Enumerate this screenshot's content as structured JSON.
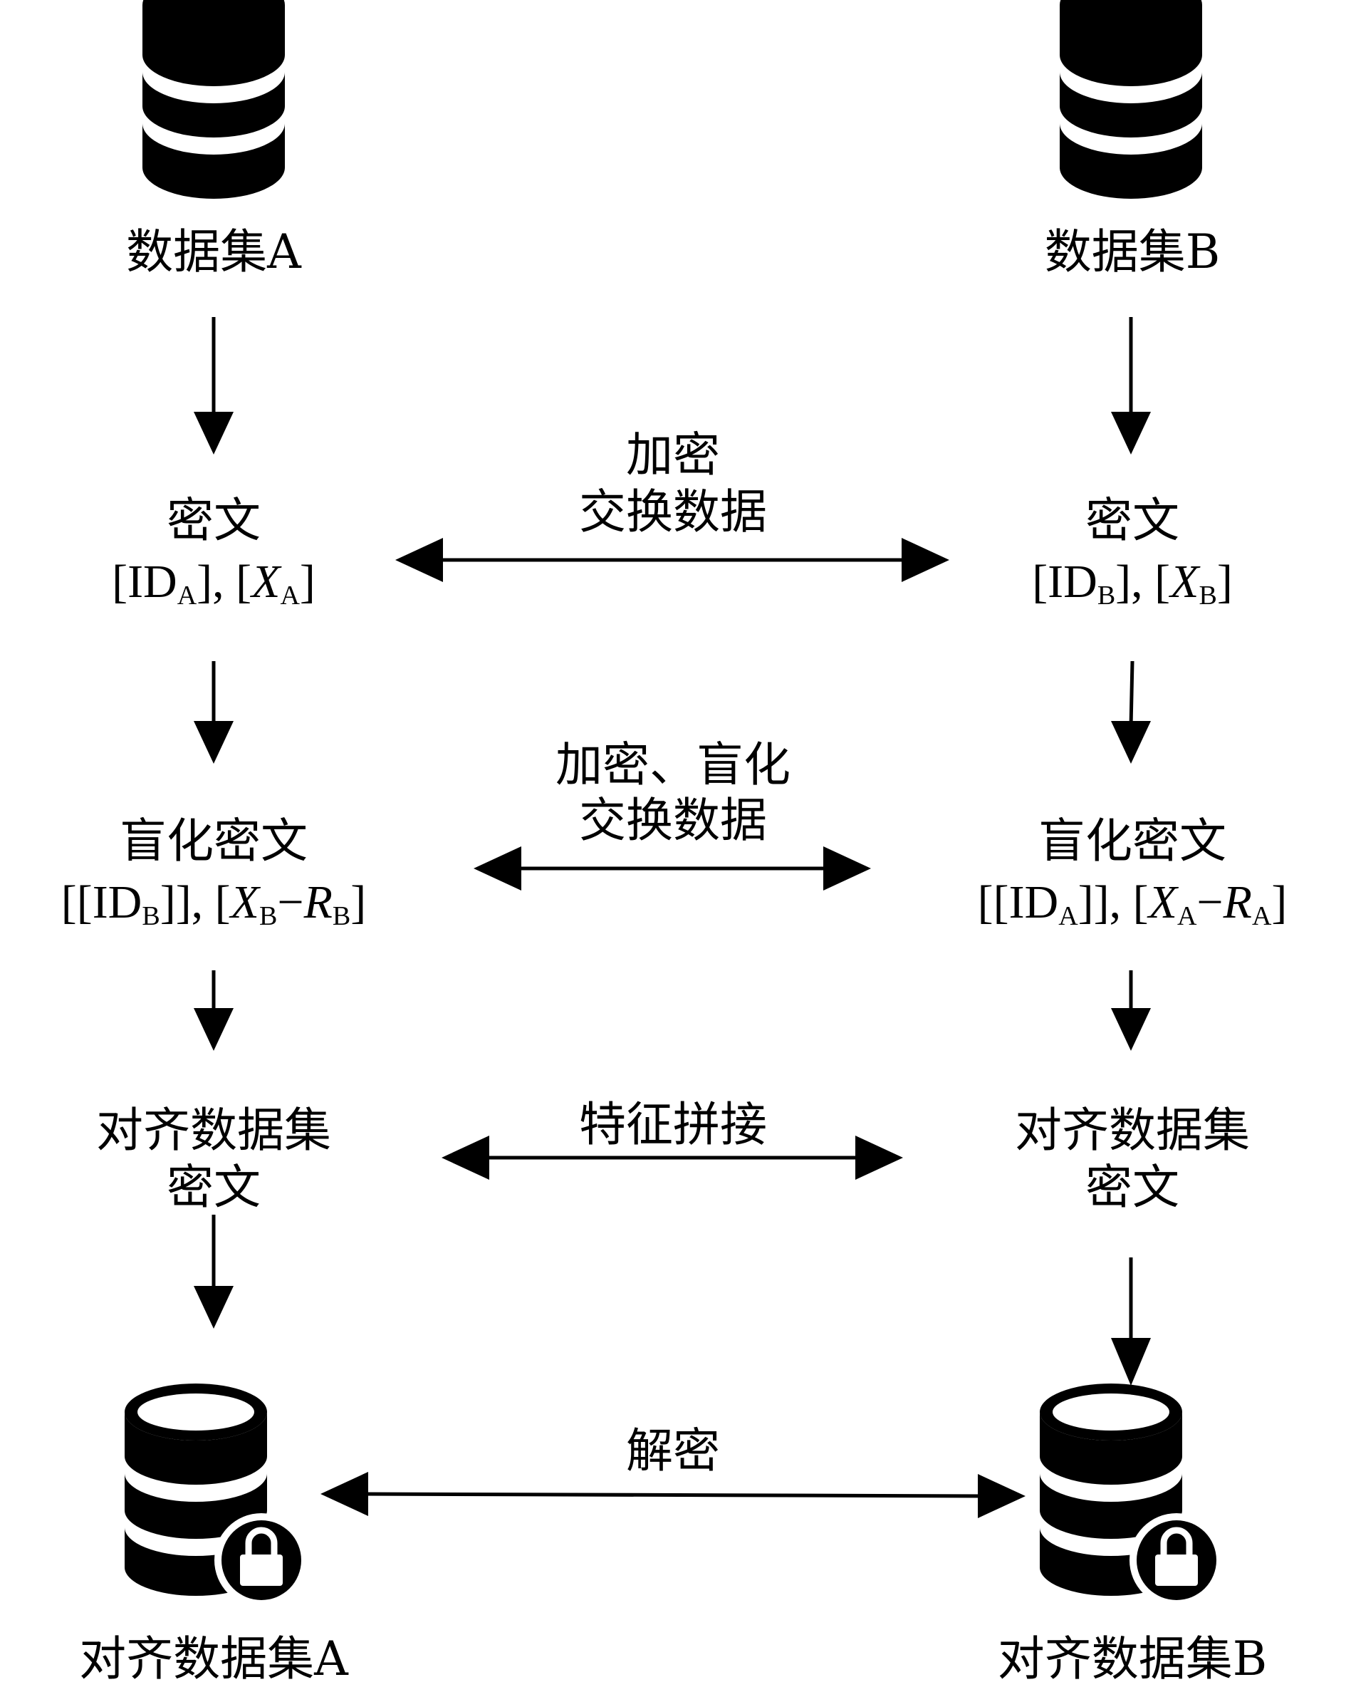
{
  "left": {
    "source_label": "数据集A",
    "cipher_title": "密文",
    "cipher_formula": {
      "id": "A",
      "x": "A"
    },
    "blind_title": "盲化密文",
    "blind_formula": {
      "id": "B",
      "x": "B",
      "r": "B"
    },
    "aligned_line1": "对齐数据集",
    "aligned_line2": "密文",
    "result_label": "对齐数据集A"
  },
  "right": {
    "source_label": "数据集B",
    "cipher_title": "密文",
    "cipher_formula": {
      "id": "B",
      "x": "B"
    },
    "blind_title": "盲化密文",
    "blind_formula": {
      "id": "A",
      "x": "A",
      "r": "A"
    },
    "aligned_line1": "对齐数据集",
    "aligned_line2": "密文",
    "result_label": "对齐数据集B"
  },
  "exchanges": {
    "step1_line1": "加密",
    "step1_line2": "交换数据",
    "step2_line1": "加密、盲化",
    "step2_line2": "交换数据",
    "step3": "特征拼接",
    "step4": "解密"
  },
  "icons": {
    "source_db": "database-icon",
    "result_db": "locked-database-icon",
    "lock": "lock-icon"
  },
  "colors": {
    "ink": "#000000",
    "background": "#ffffff"
  }
}
